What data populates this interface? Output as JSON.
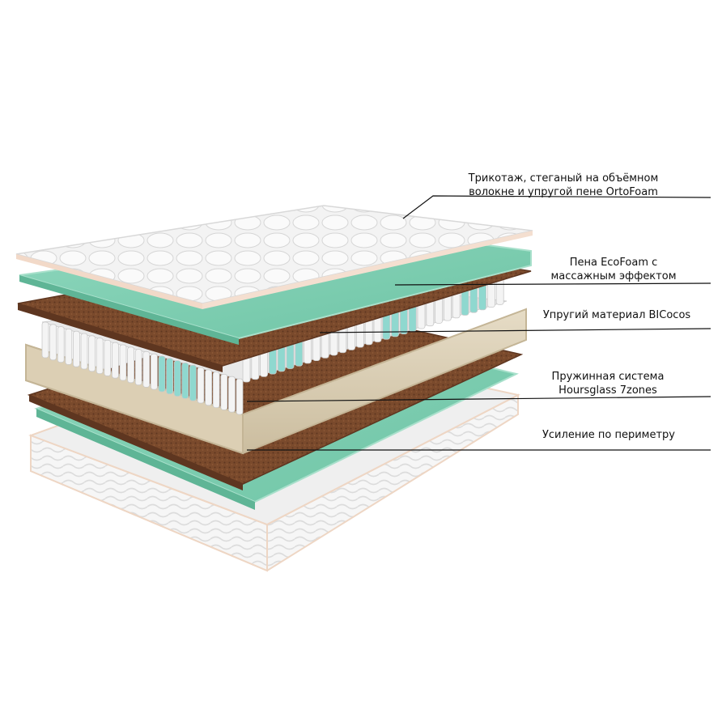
{
  "colors": {
    "background": "#ffffff",
    "knit_top": "#f2f2f2",
    "knit_edge": "#f0d8c8",
    "foam": "#7ecfb2",
    "foam_edge": "#a8e0cb",
    "coir": "#7a4a2c",
    "coir_dark": "#5e3620",
    "frame": "#d9cdb5",
    "frame_edge": "#c4b596",
    "spring_white": "#f4f4f4",
    "spring_teal": "#8fd8cf",
    "line": "#111111"
  },
  "icons": [
    "mattress-layer-diagram"
  ],
  "labels": [
    {
      "id": "knit",
      "lines": [
        "Трикотаж, стеганый на объёмном",
        "волокне и упругой пене OrtoFoam"
      ]
    },
    {
      "id": "ecofoam",
      "lines": [
        "Пена EcoFoam с",
        "массажным эффектом"
      ]
    },
    {
      "id": "bicocos",
      "lines": [
        "Упругий материал BICocos"
      ]
    },
    {
      "id": "springs",
      "lines": [
        "Пружинная система",
        "Hoursglass 7zones"
      ]
    },
    {
      "id": "perimeter",
      "lines": [
        "Усиление по периметру"
      ]
    }
  ]
}
